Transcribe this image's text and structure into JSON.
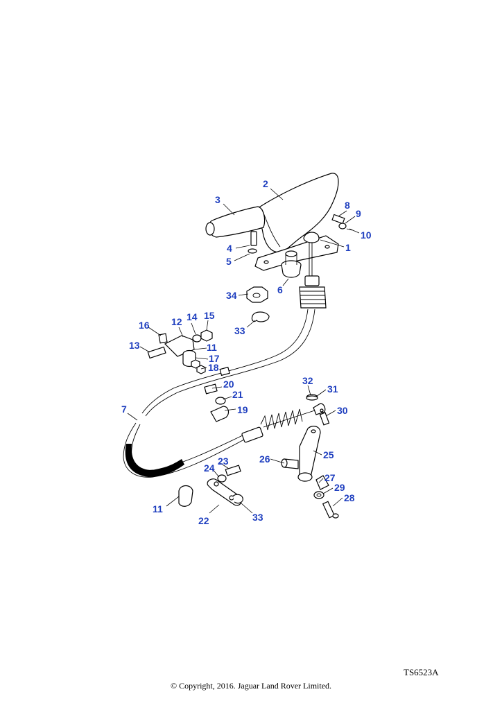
{
  "reference_code": "TS6523A",
  "copyright": "© Copyright, 2016. Jaguar Land Rover Limited.",
  "callouts": {
    "c1": "1",
    "c2": "2",
    "c3": "3",
    "c4": "4",
    "c5": "5",
    "c6": "6",
    "c7": "7",
    "c8": "8",
    "c9": "9",
    "c10": "10",
    "c11a": "11",
    "c11b": "11",
    "c12": "12",
    "c13": "13",
    "c14": "14",
    "c15": "15",
    "c16": "16",
    "c17": "17",
    "c18": "18",
    "c19": "19",
    "c20": "20",
    "c21": "21",
    "c22": "22",
    "c23": "23",
    "c24": "24",
    "c25": "25",
    "c26": "26",
    "c27": "27",
    "c28": "28",
    "c29": "29",
    "c30": "30",
    "c31": "31",
    "c32": "32",
    "c33a": "33",
    "c33b": "33",
    "c34": "34"
  }
}
